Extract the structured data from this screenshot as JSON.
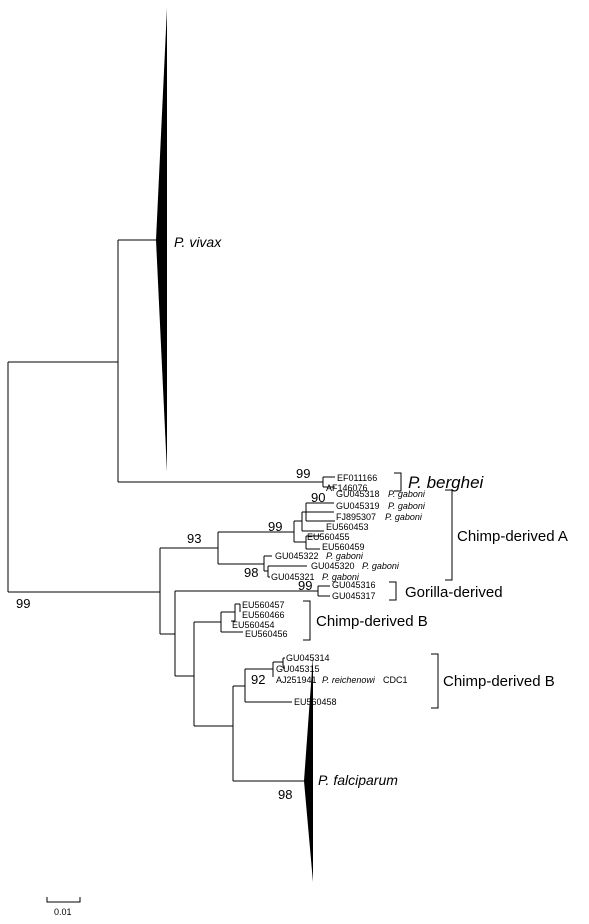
{
  "tree": {
    "collapsed_clades": {
      "vivax": "P. vivax",
      "falciparum": "P. falciparum"
    },
    "labels": {
      "t1": "EF011166",
      "t2": "AF146076",
      "t3": "GU045318",
      "t3s": "P. gaboni",
      "t4": "GU045319",
      "t4s": "P. gaboni",
      "t5": "FJ895307",
      "t5s": "P. gaboni",
      "t6": "EU560453",
      "t7": "EU560455",
      "t8": "EU560459",
      "t9": "GU045322",
      "t9s": "P. gaboni",
      "t10": "GU045320",
      "t10s": "P. gaboni",
      "t11": "GU045321",
      "t11s": "P. gaboni",
      "t12": "GU045316",
      "t13": "GU045317",
      "t14": "EU560457",
      "t15": "EU560466",
      "t16": "EU560454",
      "t17": "EU560456",
      "t18": "GU045314",
      "t19": "GU045315",
      "t20": "AJ251941",
      "t20s": "P. reichenowi",
      "t20e": "CDC1",
      "t21": "EU560458"
    },
    "bootstrap": {
      "b_root": "99",
      "b_berghei": "99",
      "b_chimpA": "93",
      "b_90": "90",
      "b_99a": "99",
      "b_98a": "98",
      "b_gorilla": "99",
      "b_92": "92",
      "b_falc": "98"
    },
    "groups": {
      "berghei": "P. berghei",
      "chimpA": "Chimp-derived A",
      "gorilla": "Gorilla-derived",
      "chimpB1": "Chimp-derived B",
      "chimpB2": "Chimp-derived B"
    },
    "scale": "0.01"
  }
}
